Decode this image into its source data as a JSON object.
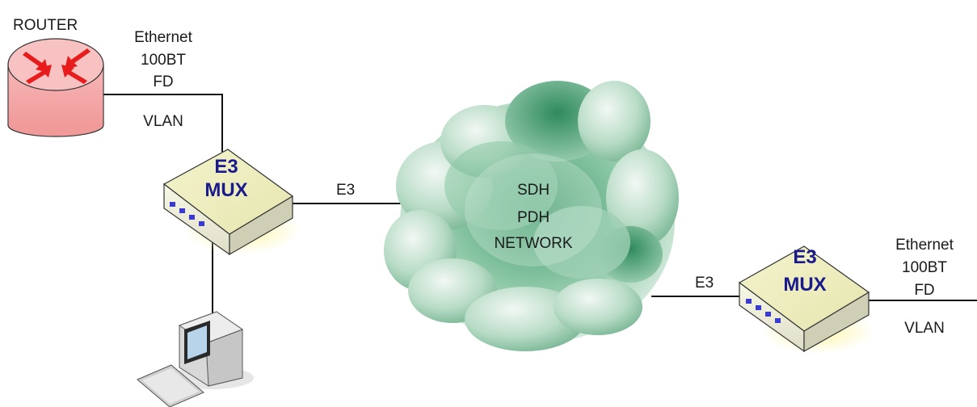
{
  "router": {
    "label": "ROUTER",
    "icon": "router-icon"
  },
  "link_router_mux": {
    "l1": "Ethernet",
    "l2": "100BT",
    "l3": "FD",
    "l4": "VLAN"
  },
  "mux_left": {
    "line1": "E3",
    "line2": "MUX"
  },
  "mux_right": {
    "line1": "E3",
    "line2": "MUX"
  },
  "link_left_e3": "E3",
  "link_right_e3": "E3",
  "network": {
    "l1": "SDH",
    "l2": "PDH",
    "l3": "NETWORK"
  },
  "link_right_out": {
    "l1": "Ethernet",
    "l2": "100BT",
    "l3": "FD",
    "l4": "VLAN"
  },
  "computer": {
    "icon": "computer-icon"
  },
  "colors": {
    "router_red": "#e81c1c",
    "router_body": "#f4a3a3",
    "mux_text": "#1a1a8c",
    "cloud": "#8fc9a8",
    "glow": "#fdf6a8",
    "led": "#3a3ad0"
  }
}
